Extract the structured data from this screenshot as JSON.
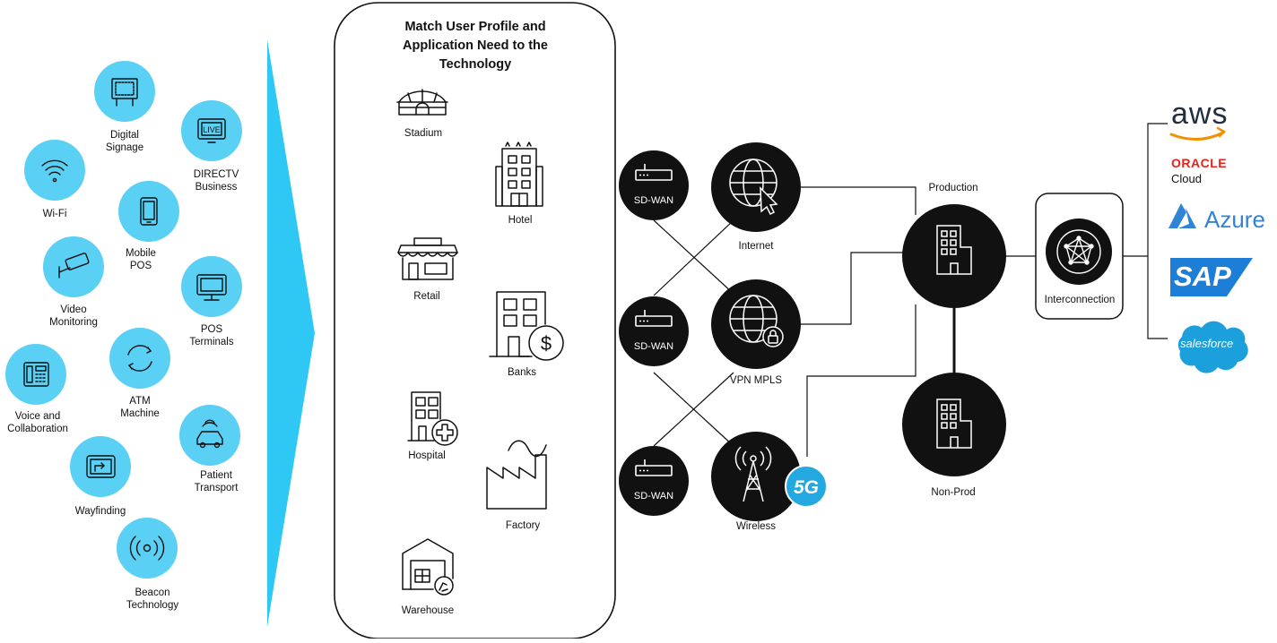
{
  "title": "Match User Profile and\nApplication Need to the\nTechnology",
  "use_cases": [
    {
      "label": "Digital\nSignage",
      "icon": "digital-signage-icon"
    },
    {
      "label": "DIRECTV\nBusiness",
      "icon": "tv-live-icon",
      "badge": "LIVE"
    },
    {
      "label": "Wi-Fi",
      "icon": "wifi-icon"
    },
    {
      "label": "Mobile\nPOS",
      "icon": "mobile-phone-icon"
    },
    {
      "label": "Video\nMonitoring",
      "icon": "security-camera-icon"
    },
    {
      "label": "POS\nTerminals",
      "icon": "monitor-icon"
    },
    {
      "label": "Voice and\nCollaboration",
      "icon": "desk-phone-icon"
    },
    {
      "label": "ATM\nMachine",
      "icon": "dollar-cycle-icon"
    },
    {
      "label": "Patient\nTransport",
      "icon": "connected-car-icon"
    },
    {
      "label": "Wayfinding",
      "icon": "direction-sign-icon"
    },
    {
      "label": "Beacon\nTechnology",
      "icon": "beacon-icon"
    }
  ],
  "verticals": [
    {
      "label": "Stadium",
      "icon": "stadium-icon"
    },
    {
      "label": "Hotel",
      "icon": "hotel-icon"
    },
    {
      "label": "Retail",
      "icon": "store-icon"
    },
    {
      "label": "Banks",
      "icon": "bank-icon",
      "symbol": "$"
    },
    {
      "label": "Hospital",
      "icon": "hospital-icon"
    },
    {
      "label": "Factory",
      "icon": "factory-icon"
    },
    {
      "label": "Warehouse",
      "icon": "warehouse-icon"
    }
  ],
  "network": {
    "edge_label": "SD-WAN",
    "internet": "Internet",
    "vpn": "VPN MPLS",
    "wireless": "Wireless",
    "badge_5g": "5G",
    "production": "Production",
    "nonprod": "Non-Prod",
    "interconnection": "Interconnection"
  },
  "clouds": {
    "aws": "aws",
    "oracle": "ORACLE",
    "oracle_sub": "Cloud",
    "azure": "Azure",
    "sap": "SAP",
    "salesforce": "salesforce"
  },
  "colors": {
    "cyan": "#5ad0f5",
    "arrow": "#2fc8f4",
    "node": "#111111",
    "aws_orange": "#f29100",
    "oracle_red": "#e2231a",
    "azure_blue": "#2f84d6",
    "sap_blue": "#1c7ed6",
    "salesforce_blue": "#1ca0dc",
    "badge_5g": "#24a8e0"
  }
}
